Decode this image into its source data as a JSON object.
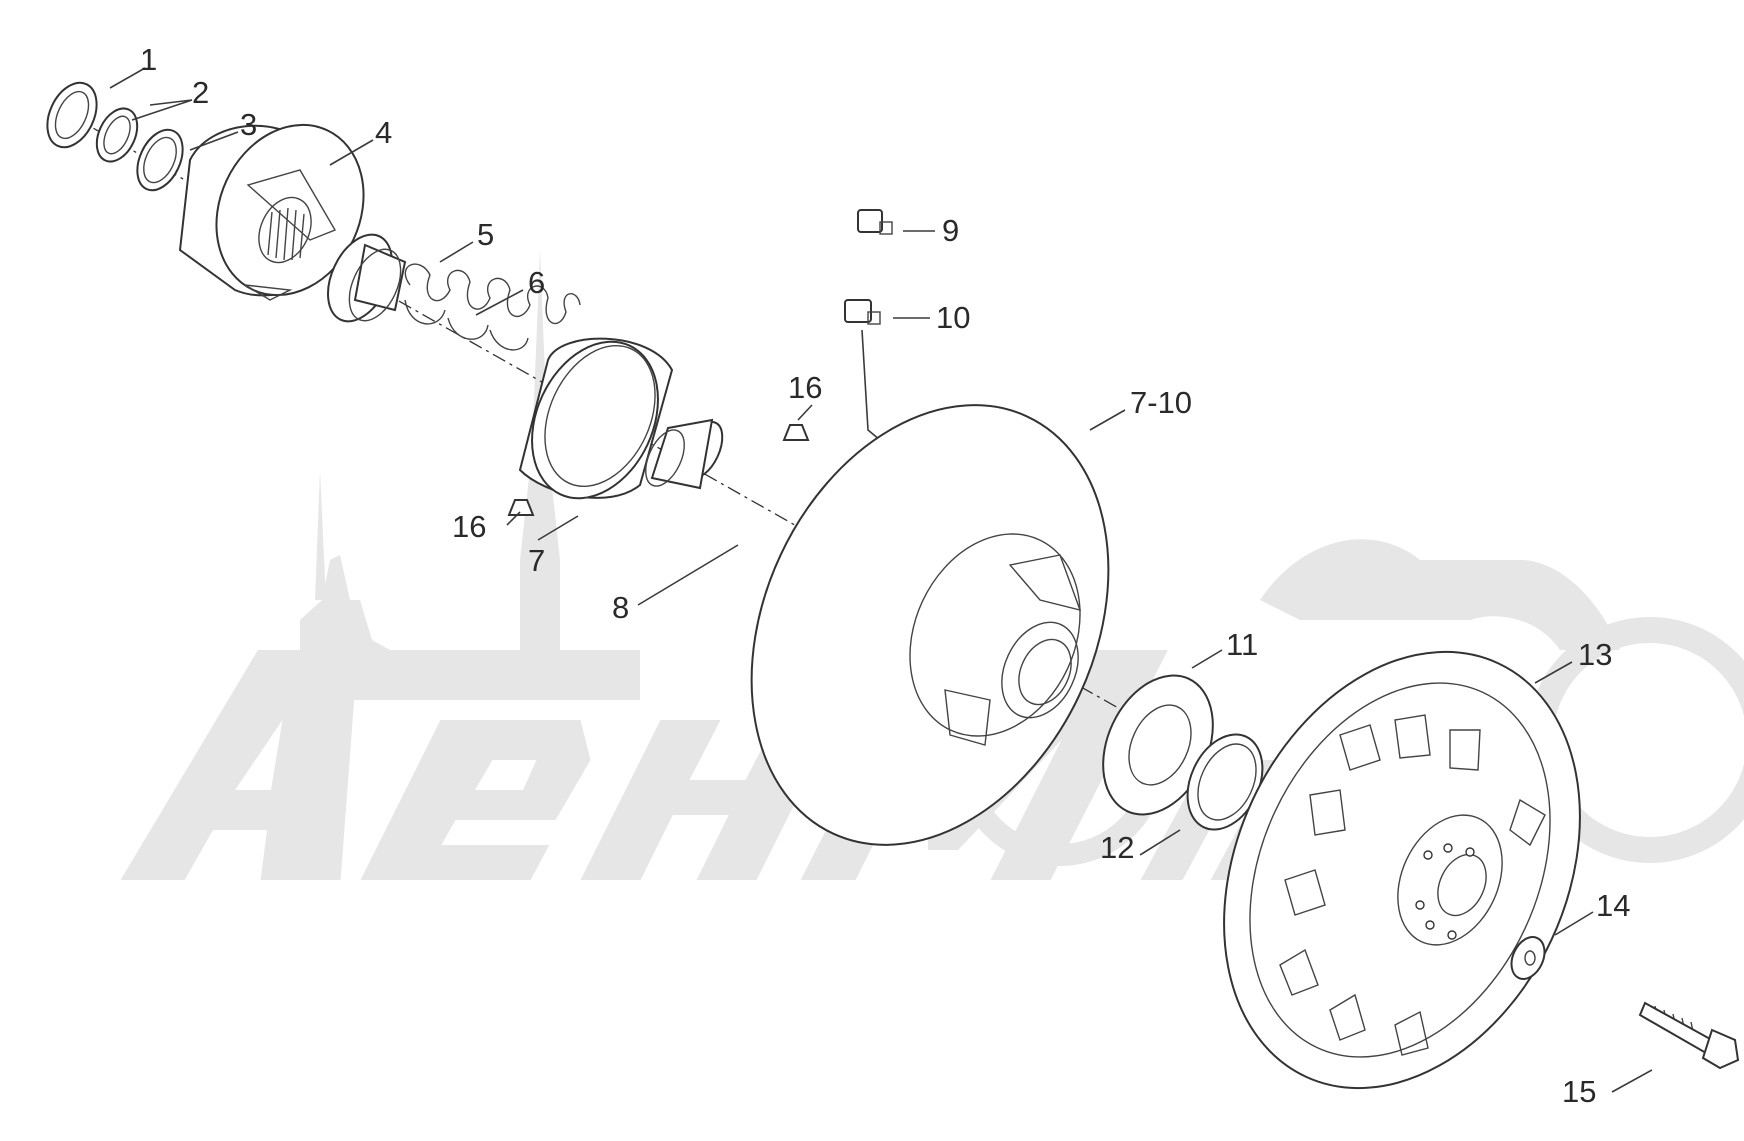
{
  "watermark": {
    "text": "AeнMоторс",
    "color": "#e6e6e6"
  },
  "callouts": [
    {
      "id": "c1",
      "label": "1"
    },
    {
      "id": "c2",
      "label": "2"
    },
    {
      "id": "c3",
      "label": "3"
    },
    {
      "id": "c4",
      "label": "4"
    },
    {
      "id": "c5",
      "label": "5"
    },
    {
      "id": "c6",
      "label": "6"
    },
    {
      "id": "c7",
      "label": "7"
    },
    {
      "id": "c8",
      "label": "8"
    },
    {
      "id": "c9",
      "label": "9"
    },
    {
      "id": "c10",
      "label": "10"
    },
    {
      "id": "c710",
      "label": "7-10"
    },
    {
      "id": "c11",
      "label": "11"
    },
    {
      "id": "c12",
      "label": "12"
    },
    {
      "id": "c13",
      "label": "13"
    },
    {
      "id": "c14",
      "label": "14"
    },
    {
      "id": "c15",
      "label": "15"
    },
    {
      "id": "c16a",
      "label": "16"
    },
    {
      "id": "c16b",
      "label": "16"
    }
  ]
}
